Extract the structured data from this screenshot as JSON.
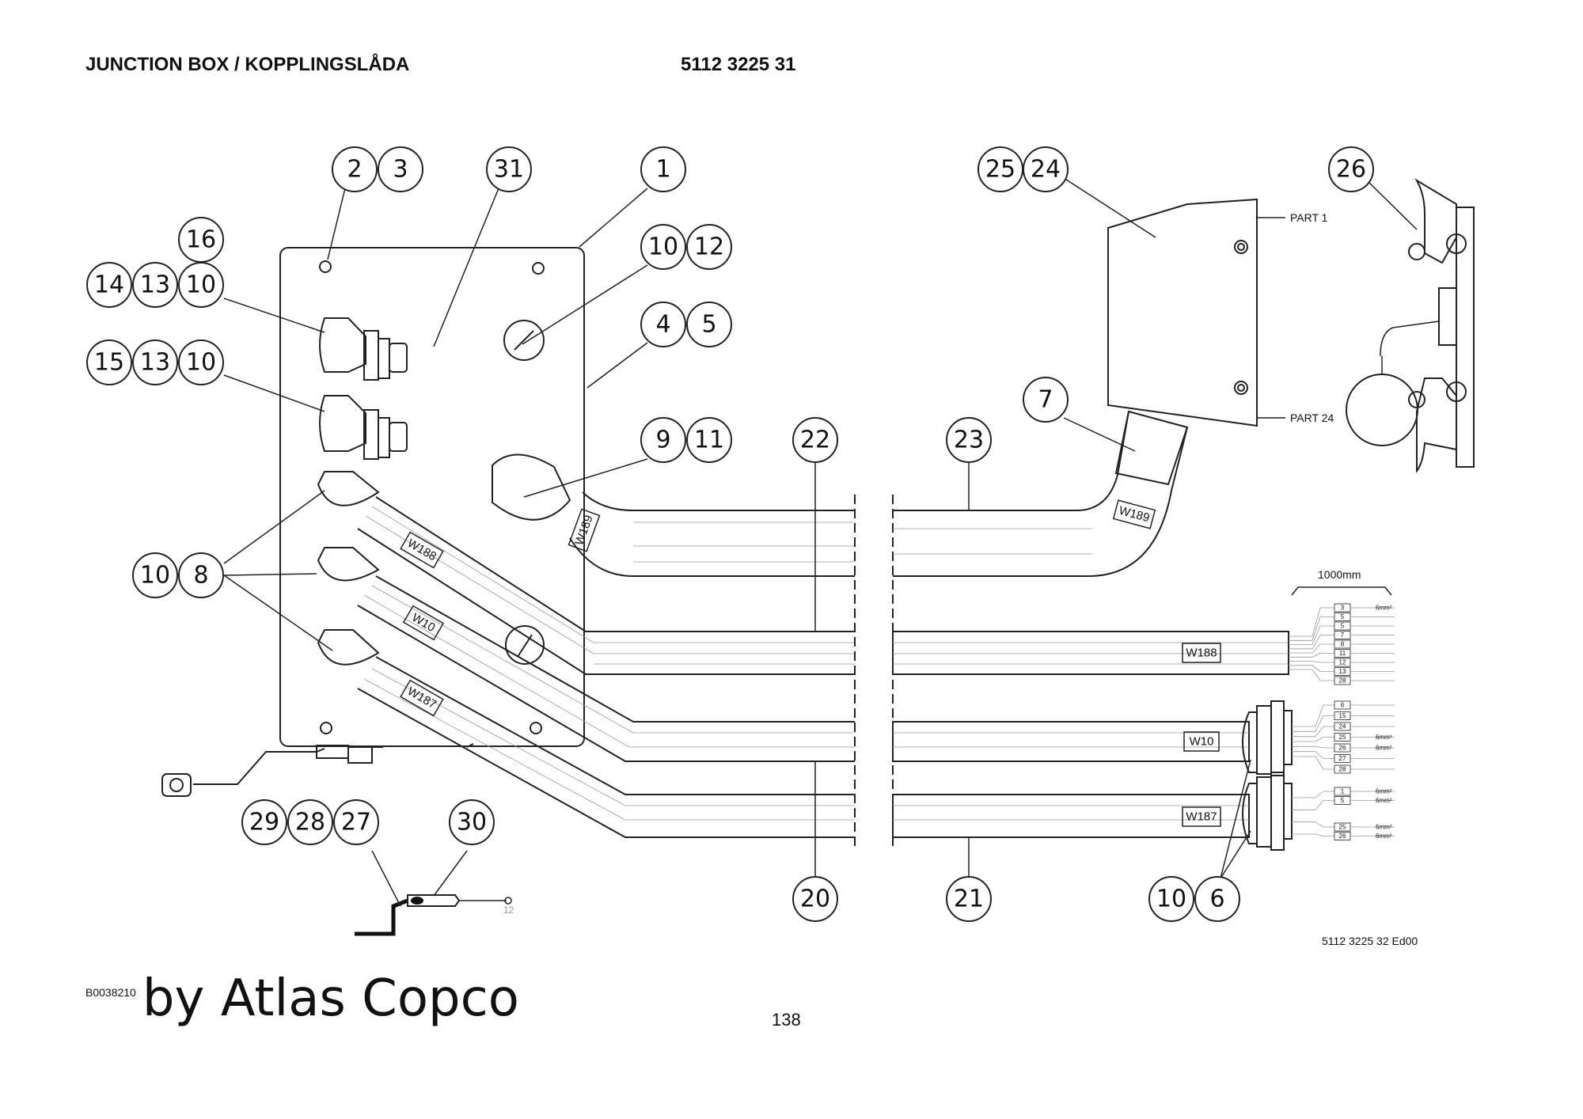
{
  "header": {
    "title": "JUNCTION BOX / KOPPLINGSLÅDA",
    "part_number": "5112 3225 31"
  },
  "drawing_ref": "5112 3225 32 Ed00",
  "footer": {
    "doc_id": "B0038210",
    "brand": "by Atlas Copco"
  },
  "page_number": "138",
  "labels": {
    "part1": "PART 1",
    "part24": "PART 24",
    "length": "1000mm",
    "w188": "W188",
    "w10": "W10",
    "w187": "W187",
    "w189": "W189",
    "mm6": "6mm²",
    "pin": "12"
  },
  "balloons": [
    "2",
    "3",
    "31",
    "1",
    "16",
    "14",
    "13",
    "10",
    "12",
    "4",
    "5",
    "15",
    "9",
    "11",
    "22",
    "23",
    "8",
    "25",
    "24",
    "26",
    "7",
    "29",
    "28",
    "27",
    "30",
    "20",
    "21",
    "6"
  ],
  "terminals": {
    "w188": [
      "3",
      "5",
      "5",
      "7",
      "8",
      "11",
      "12",
      "13",
      "28"
    ],
    "w10": [
      "6",
      "15",
      "24",
      "25",
      "26",
      "27",
      "28"
    ],
    "w187": [
      "1",
      "5",
      "25",
      "26"
    ]
  }
}
